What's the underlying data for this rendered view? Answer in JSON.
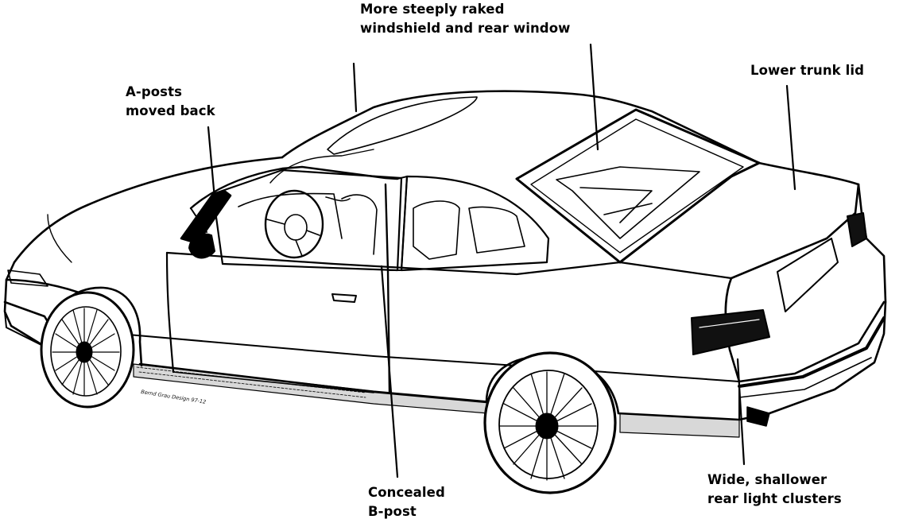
{
  "figure": {
    "background": "#ffffff",
    "ink": "#000000"
  },
  "labels": {
    "raked": [
      "More steeply raked",
      "windshield and rear window"
    ],
    "a_posts": [
      "A-posts",
      "moved back"
    ],
    "trunk": [
      "Lower trunk lid"
    ],
    "b_post": [
      "Concealed",
      "B-post"
    ],
    "lights": [
      "Wide, shallower",
      "rear light clusters"
    ]
  },
  "illustration": {
    "subject": "car-coupe-illustration",
    "credit": "Bernd Grau  Design  97-12"
  }
}
